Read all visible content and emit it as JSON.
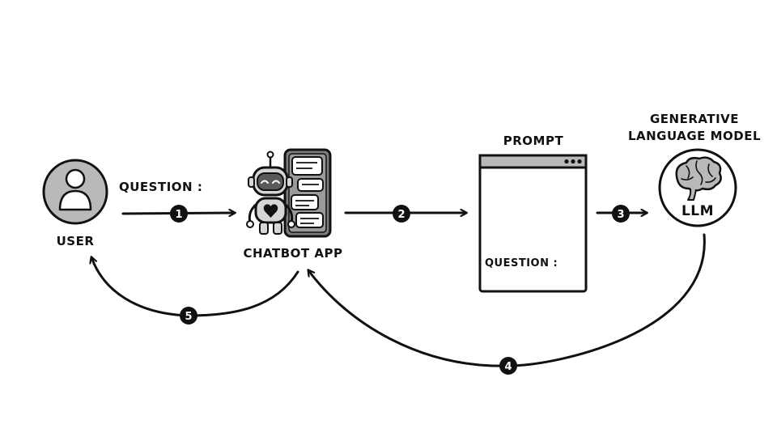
{
  "nodes": {
    "user": "USER",
    "chatbot": "CHATBOT APP",
    "prompt": "PROMPT",
    "model_title_line1": "GENERATIVE",
    "model_title_line2": "LANGUAGE MODEL",
    "llm": "LLM"
  },
  "labels": {
    "question": "QUESTION :",
    "prompt_question": "QUESTION :"
  },
  "steps": [
    "1",
    "2",
    "3",
    "4",
    "5"
  ],
  "colors": {
    "ink": "#111111",
    "gray_fill": "#b9b9b9",
    "light_gray": "#d6d6d6",
    "paper": "#ffffff"
  },
  "icons": {
    "user": "user-avatar-icon",
    "robot": "robot-icon",
    "chat": "chat-phone-icon",
    "brain": "brain-icon"
  }
}
